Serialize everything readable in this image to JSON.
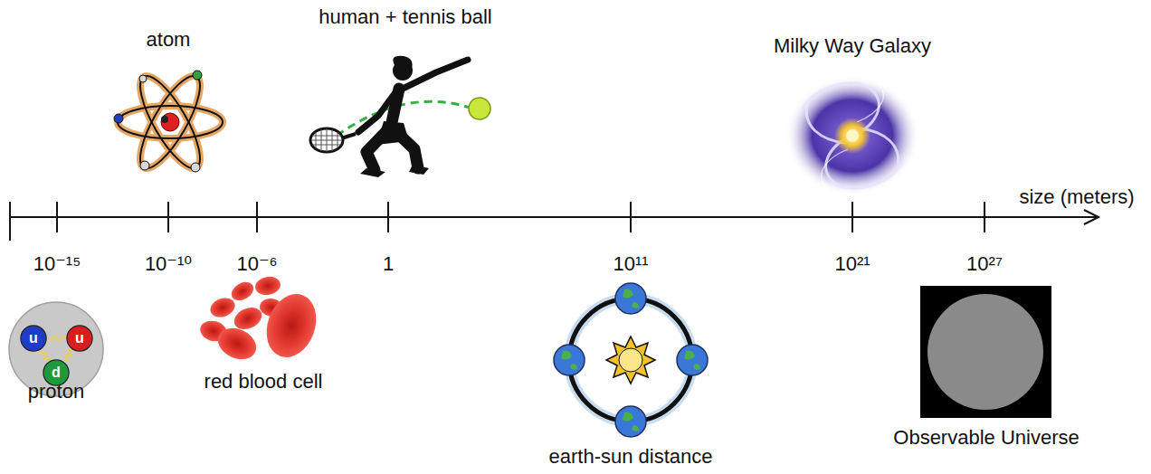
{
  "diagram": {
    "nodes": [
      {
        "text": [
          "u"
        ]
      },
      {
        "text": [
          "u"
        ]
      },
      {
        "text": [
          "d"
        ]
      }
    ],
    "edges": [
      {
        "from": 0,
        "to": 1,
        "arrow": "none"
      },
      {
        "from": 0,
        "to": 2,
        "arrow": "none"
      },
      {
        "from": 1,
        "to": 2,
        "arrow": "none"
      }
    ],
    "labels": [
      "atom",
      "human + tennis ball",
      "Milky Way Galaxy",
      "size (meters)",
      "10⁻¹⁵",
      "10⁻¹⁰",
      "10⁻⁶",
      "1",
      "10¹¹",
      "10²¹",
      "10²⁷",
      "proton",
      "red blood cell",
      "earth-sun distance",
      "Observable Universe"
    ]
  }
}
